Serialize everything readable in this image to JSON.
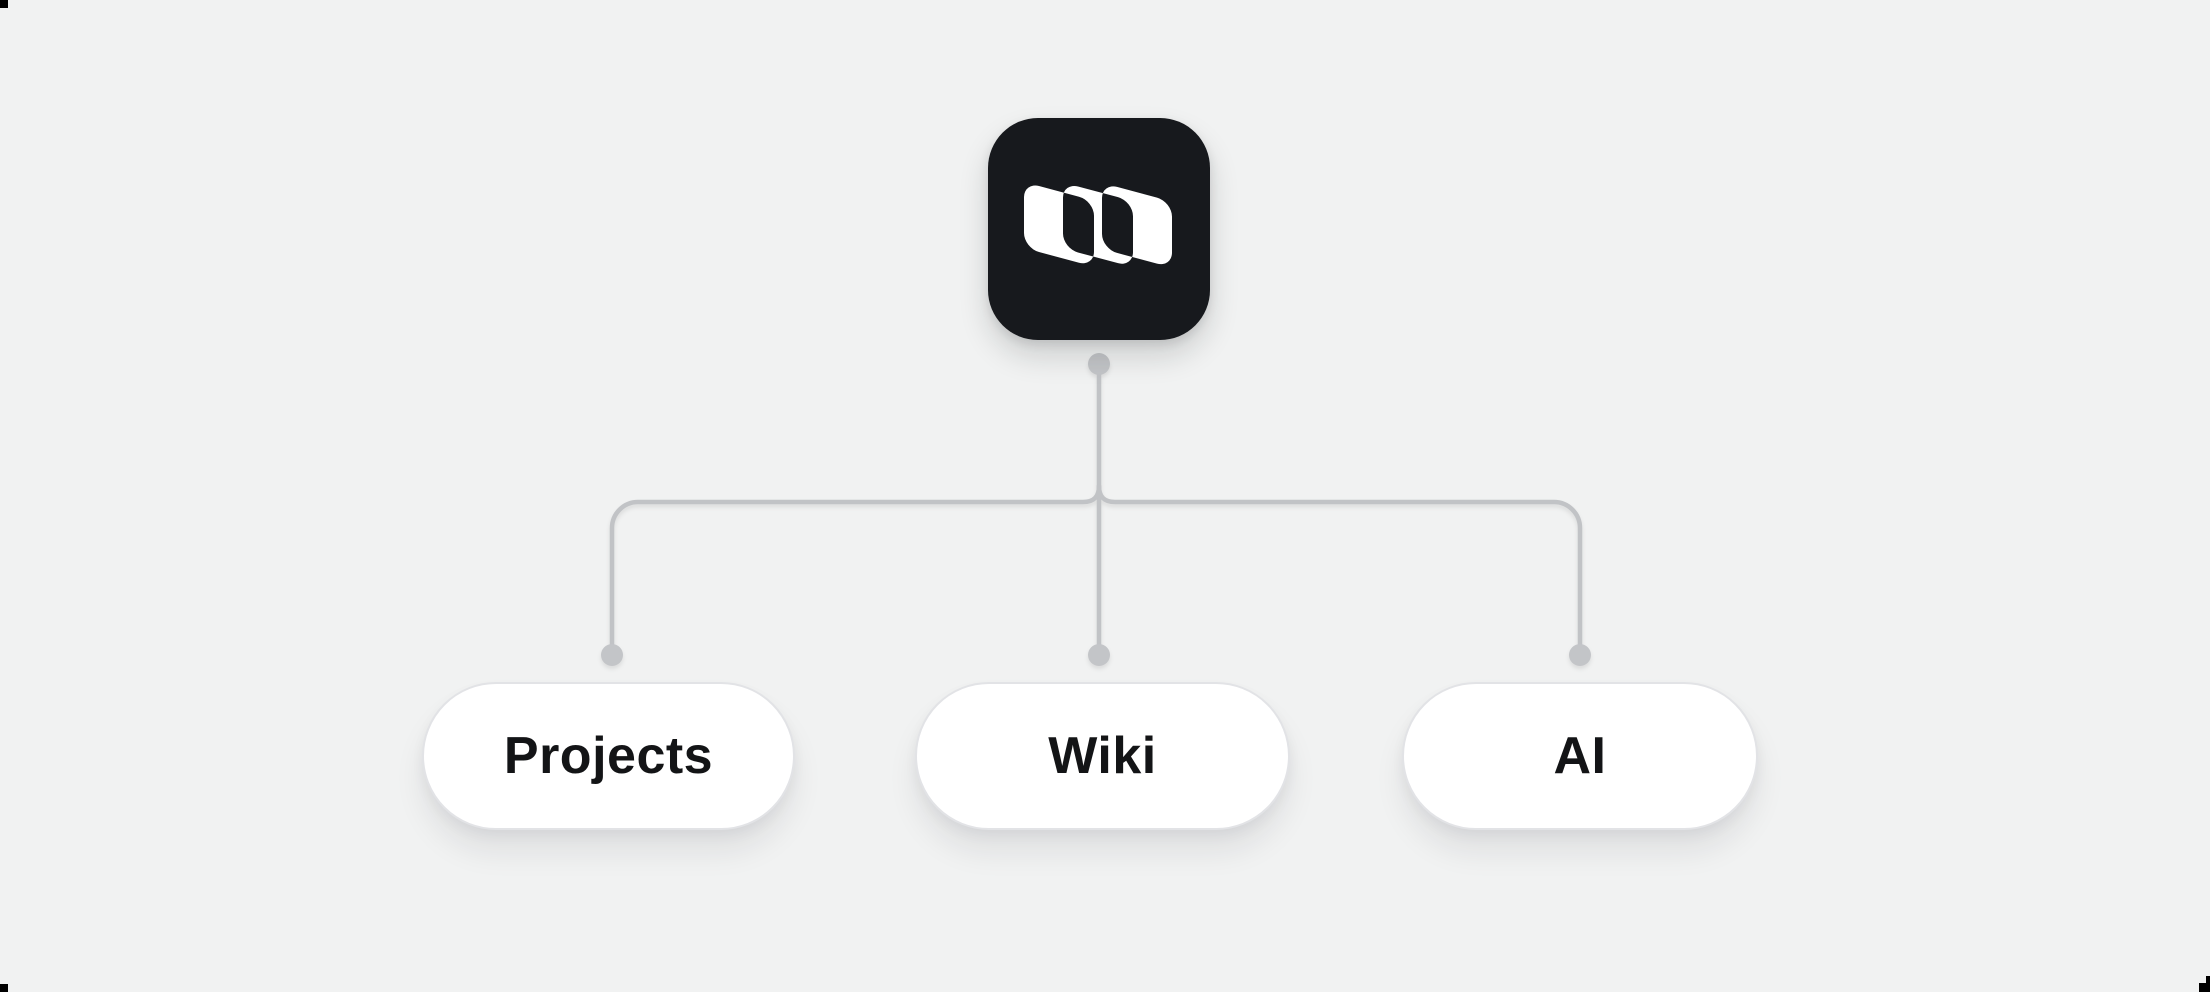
{
  "theme": {
    "bg": "#f1f2f2",
    "tile": "#17191d",
    "glyph": "#ffffff",
    "line": "#c1c3c6",
    "dot": "#c3c5c8",
    "pill-bg": "#ffffff",
    "pill-border": "#e2e3e6",
    "pill-text": "#131416",
    "mark": "#000000"
  },
  "logo": {
    "icon": "app-logo-icon",
    "glyph": "three-overlapping-slanted-rounded-squares"
  },
  "nodes": [
    {
      "id": "projects",
      "label": "Projects"
    },
    {
      "id": "wiki",
      "label": "Wiki"
    },
    {
      "id": "ai",
      "label": "AI"
    }
  ]
}
